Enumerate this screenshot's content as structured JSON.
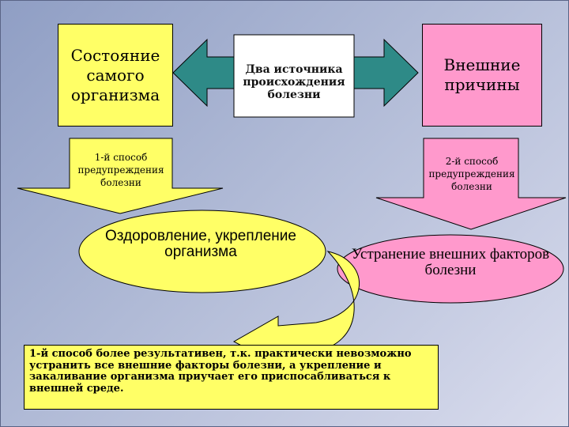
{
  "boxes": {
    "state": "Состояние самого организма",
    "external": "Внешние причины"
  },
  "center_arrow": {
    "label": "Два источника происхождения болезни"
  },
  "ways": {
    "first": "1-й способ предупреждения болезни",
    "second": "2-й способ предупреждения болезни"
  },
  "outcomes": {
    "healing": "Оздоровление, укрепление организма",
    "elimination": "Устранение внешних факторов болезни"
  },
  "conclusion": "1-й способ более результативен, т.к. практически невозможно устранить все внешние факторы болезни, а укрепление и закаливание организма приучает его приспосабливаться к внешней среде.",
  "colors": {
    "yellow": "#ffff66",
    "pink": "#ff99cc",
    "teal": "#2e8a87"
  }
}
